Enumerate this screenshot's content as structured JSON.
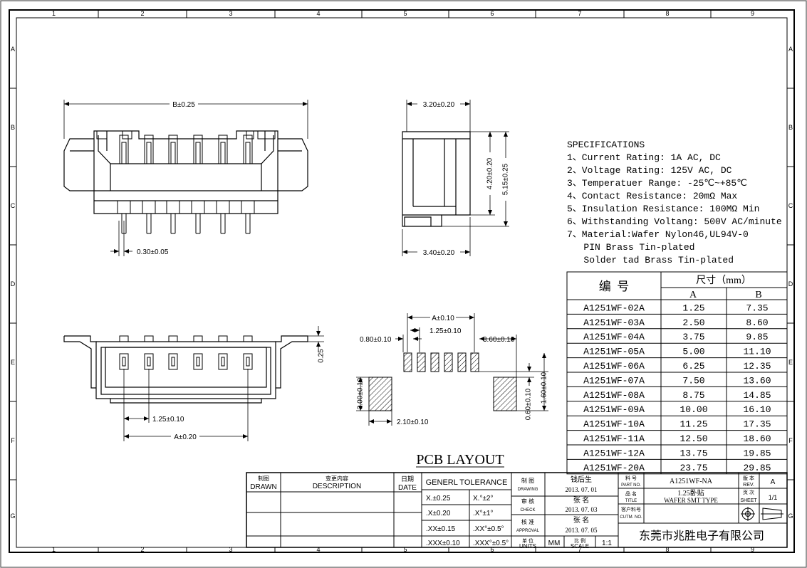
{
  "frame": {
    "col_labels": [
      "1",
      "2",
      "3",
      "4",
      "5",
      "6",
      "7",
      "8",
      "9"
    ],
    "row_labels": [
      "A",
      "B",
      "C",
      "D",
      "E",
      "F",
      "G"
    ]
  },
  "dimensions": {
    "top_width": "B±0.25",
    "pin_width": "0.30±0.05",
    "side_top": "3.20±0.20",
    "side_bottom": "3.40±0.20",
    "side_h1": "4.20±0.20",
    "side_h2": "5.15±0.25",
    "bottom_pitch": "1.25±0.10",
    "bottom_a": "A±0.20",
    "bottom_offset": "0.25",
    "pcb_a": "A±0.10",
    "pcb_pitch": "1.25±0.10",
    "pcb_pad_w": "0.80±0.10",
    "pcb_gap": "3.60±0.10",
    "pcb_tab_h": "3.00±0.10",
    "pcb_tab_w": "2.10±0.10",
    "pcb_pad_h1": "0.60±0.10",
    "pcb_pad_h2": "1.60±0.10"
  },
  "pcb_title": "PCB LAYOUT",
  "specifications": {
    "heading": "SPECIFICATIONS",
    "lines": [
      "1、Current Rating: 1A AC, DC",
      "2、Voltage Rating: 125V AC, DC",
      "3、Temperatuer Range: -25℃~+85℃",
      "4、Contact Resistance: 20mΩ Max",
      "5、Insulation Resistance: 100MΩ Min",
      "6、Withstanding Voltang: 500V AC/minute",
      "7、Material:Wafer Nylon46,UL94V-0",
      "   PIN Brass Tin-plated",
      "   Solder tad Brass Tin-plated"
    ]
  },
  "parts_table": {
    "header_part": "编  号",
    "header_size": "尺寸（mm）",
    "col_a": "A",
    "col_b": "B",
    "rows": [
      [
        "A1251WF-02A",
        "1.25",
        "7.35"
      ],
      [
        "A1251WF-03A",
        "2.50",
        "8.60"
      ],
      [
        "A1251WF-04A",
        "3.75",
        "9.85"
      ],
      [
        "A1251WF-05A",
        "5.00",
        "11.10"
      ],
      [
        "A1251WF-06A",
        "6.25",
        "12.35"
      ],
      [
        "A1251WF-07A",
        "7.50",
        "13.60"
      ],
      [
        "A1251WF-08A",
        "8.75",
        "14.85"
      ],
      [
        "A1251WF-09A",
        "10.00",
        "16.10"
      ],
      [
        "A1251WF-10A",
        "11.25",
        "17.35"
      ],
      [
        "A1251WF-11A",
        "12.50",
        "18.60"
      ],
      [
        "A1251WF-12A",
        "13.75",
        "19.85"
      ],
      [
        "A1251WF-20A",
        "23.75",
        "29.85"
      ]
    ]
  },
  "title_block": {
    "drawn_cn": "制图",
    "drawn_en": "DRAWN",
    "desc_cn": "变更内容",
    "desc_en": "DESCRIPTION",
    "date_cn": "日期",
    "date_en": "DATE",
    "tolerance_title": "GENERL TOLERANCE",
    "tolerances": [
      [
        "X.±0.25",
        "X.°±2°"
      ],
      [
        ".X±0.20",
        ".X°±1°"
      ],
      [
        ".XX±0.15",
        ".XX°±0.5°"
      ],
      [
        ".XXX±0.10",
        ".XXX°±0.5°"
      ]
    ],
    "drawing_cn": "制 图",
    "drawing_en": "DRAWING",
    "drawing_name": "钱后生",
    "drawing_date": "2013. 07. 01",
    "check_cn": "审 核",
    "check_en": "CHECK",
    "check_name": "张 名",
    "check_date": "2013. 07. 03",
    "approval_cn": "核 准",
    "approval_en": "APPROVAL",
    "approval_name": "张 名",
    "approval_date": "2013. 07. 05",
    "units_cn": "单 位",
    "units_en": "UNITS",
    "units_value": "MM",
    "scale_cn": "比 例",
    "scale_en": "SCALE",
    "scale_value": "1:1",
    "partno_cn": "料 号",
    "partno_en": "PART NO.",
    "partno_value": "A1251WF-NA",
    "rev_cn": "版 本",
    "rev_en": "REV.",
    "rev_value": "A",
    "title_cn": "品 名",
    "title_en": "TITLE",
    "title_value1": "1.25卧贴",
    "title_value2": "WAFER SMT TYPE",
    "sheet_cn": "页 次",
    "sheet_en": "SHEET",
    "sheet_value": "1/1",
    "cust_cn": "客户料号",
    "cust_en": "CUTM. NO.",
    "company": "东莞市兆胜电子有限公司"
  }
}
